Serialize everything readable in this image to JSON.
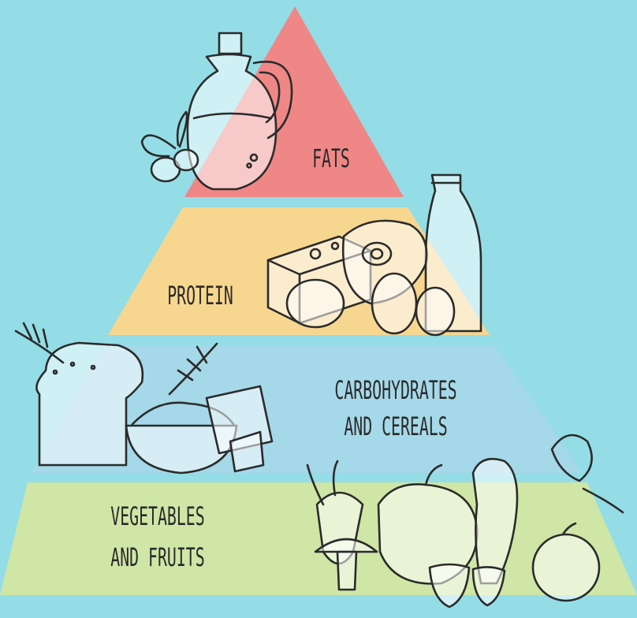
{
  "pyramid": {
    "background_color": "#94dde6",
    "tiers": [
      {
        "id": "fats",
        "lines": [
          "FATS"
        ],
        "color": "#f08787"
      },
      {
        "id": "protein",
        "lines": [
          "PROTEIN"
        ],
        "color": "#f7d690"
      },
      {
        "id": "carbohydrates",
        "lines": [
          "CARBOHYDRATES",
          "AND CEREALS"
        ],
        "color": "#a5d8e8"
      },
      {
        "id": "vegetables",
        "lines": [
          "VEGETABLES",
          "AND FRUITS"
        ],
        "color": "#cfe6a6"
      }
    ],
    "illustrations": [
      "olive-oil-bottle-icon",
      "olives-icon",
      "cheese-icon",
      "meat-steak-icon",
      "milk-bottle-icon",
      "eggs-icon",
      "bread-icon",
      "herb-sprig-icon",
      "rice-bowl-icon",
      "crackers-icon",
      "carrot-icon",
      "bell-pepper-icon",
      "cabbage-icon",
      "mushroom-icon",
      "strawberry-icon",
      "orange-icon",
      "leafy-greens-icon"
    ]
  }
}
